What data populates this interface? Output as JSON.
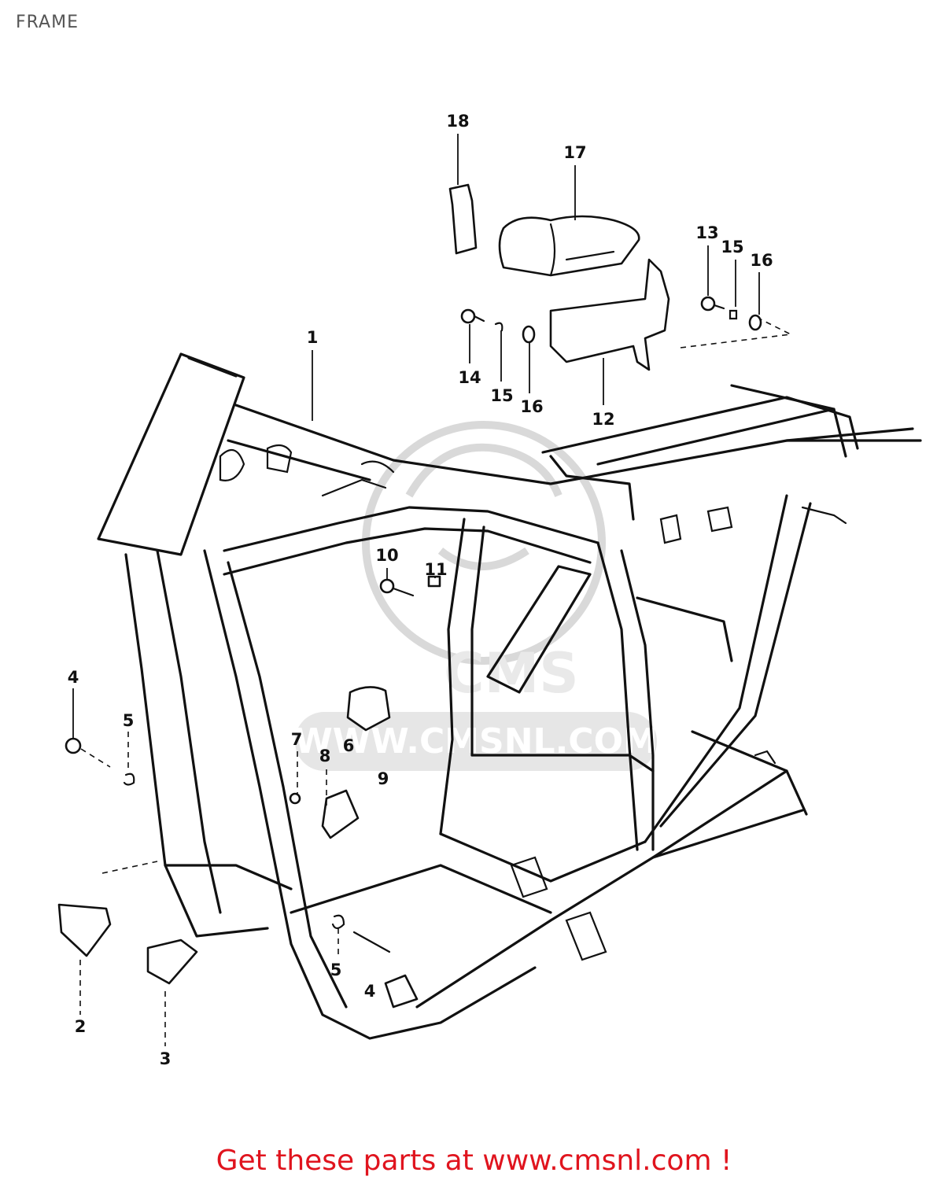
{
  "title": "FRAME",
  "footer_text": "Get these parts at www.cmsnl.com !",
  "watermark": {
    "text": "WWW.CMSNL.COM",
    "logo_text": "CMS"
  },
  "colors": {
    "footer": "#e0141e",
    "lines": "#111111",
    "watermark": "#dcdcdc"
  },
  "callouts": [
    "18",
    "17",
    "13",
    "15",
    "16",
    "1",
    "14",
    "15",
    "16",
    "12",
    "10",
    "11",
    "4",
    "5",
    "7",
    "6",
    "8",
    "9",
    "2",
    "3",
    "5",
    "4"
  ]
}
